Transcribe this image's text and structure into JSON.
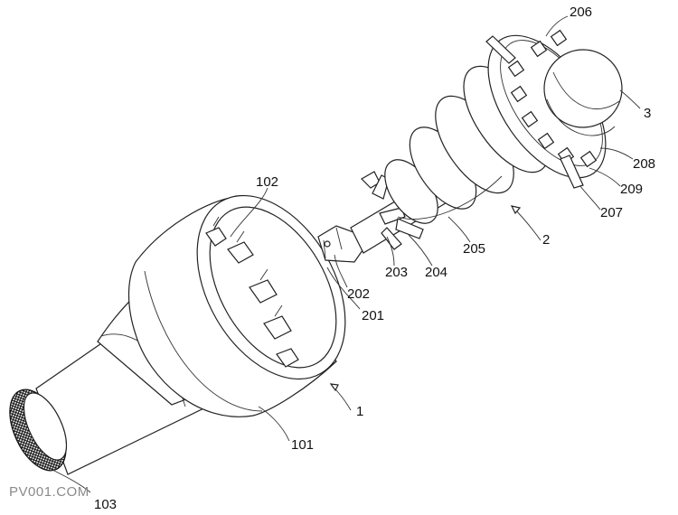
{
  "labels": {
    "l1": "1",
    "l2": "2",
    "l3": "3",
    "l101": "101",
    "l102": "102",
    "l103": "103",
    "l201": "201",
    "l202": "202",
    "l203": "203",
    "l204": "204",
    "l205": "205",
    "l206": "206",
    "l207": "207",
    "l208": "208",
    "l209": "209"
  },
  "watermark": "PV001.COM"
}
